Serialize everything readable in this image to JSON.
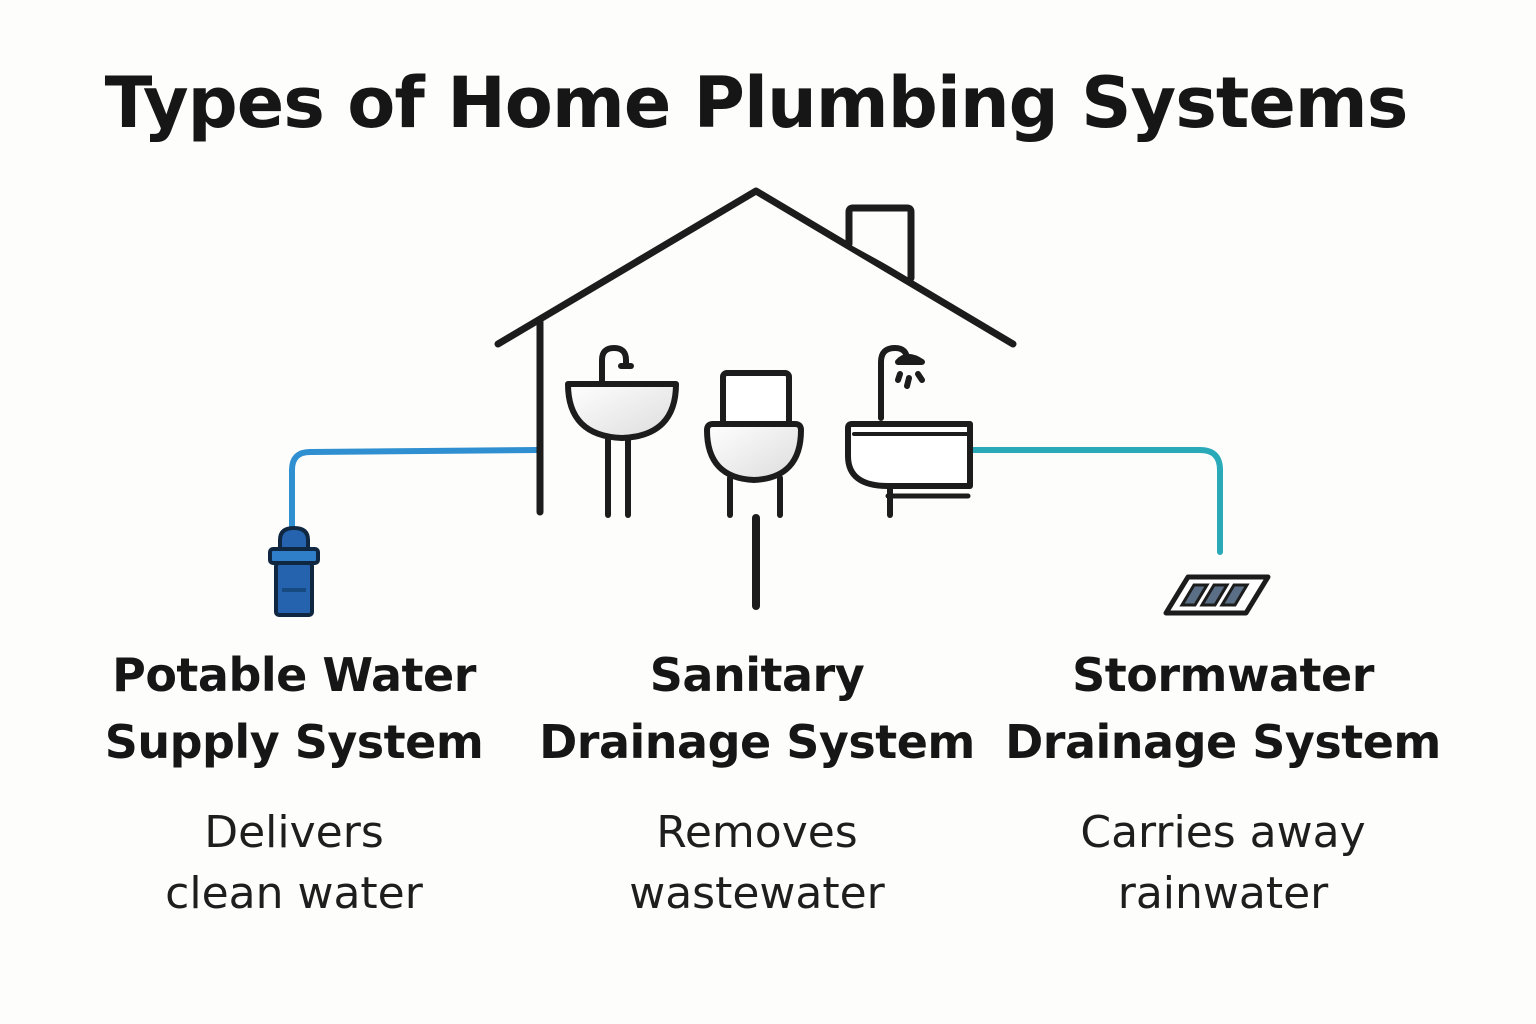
{
  "title": "Types of Home Plumbing Systems",
  "colors": {
    "background": "#fdfdfb",
    "outline": "#1c1c1c",
    "potable_pipe": "#2f8fd0",
    "storm_pipe": "#2aa9b8",
    "meter_fill": "#2563ae",
    "fixture_fill": "#ffffff"
  },
  "icons": [
    "house-icon",
    "chimney-icon",
    "sink-icon",
    "toilet-icon",
    "bathtub-shower-icon",
    "water-meter-icon",
    "storm-drain-grate-icon"
  ],
  "systems": [
    {
      "title_line1": "Potable Water",
      "title_line2": "Supply System",
      "desc_line1": "Delivers",
      "desc_line2": "clean water"
    },
    {
      "title_line1": "Sanitary",
      "title_line2": "Drainage System",
      "desc_line1": "Removes",
      "desc_line2": "wastewater"
    },
    {
      "title_line1": "Stormwater",
      "title_line2": "Drainage System",
      "desc_line1": "Carries away",
      "desc_line2": "rainwater"
    }
  ]
}
